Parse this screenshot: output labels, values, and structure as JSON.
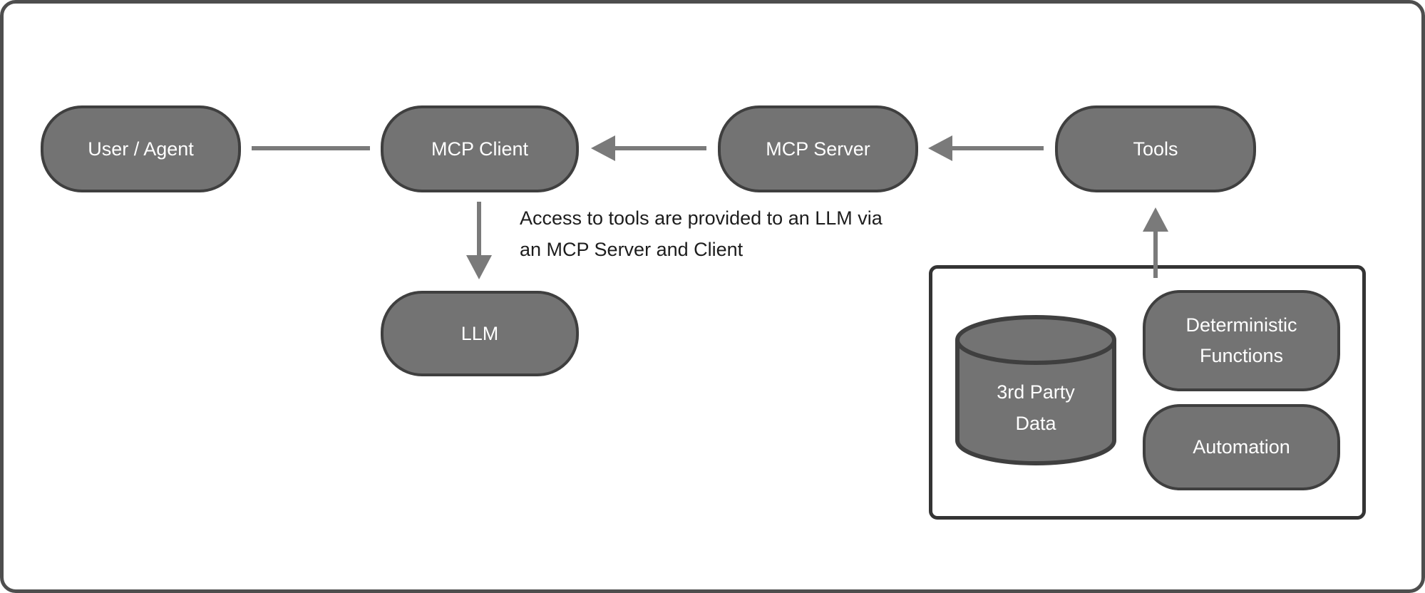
{
  "diagram": {
    "nodes": {
      "user_agent": {
        "label": "User / Agent"
      },
      "mcp_client": {
        "label": "MCP Client"
      },
      "mcp_server": {
        "label": "MCP Server"
      },
      "tools": {
        "label": "Tools"
      },
      "llm": {
        "label": "LLM"
      },
      "third_party_data": {
        "lines": [
          "3rd Party",
          "Data"
        ],
        "shape": "database-cylinder"
      },
      "deterministic_functions": {
        "lines": [
          "Deterministic",
          "Functions"
        ]
      },
      "automation": {
        "label": "Automation"
      }
    },
    "annotation": {
      "lines": [
        "Access to tools are provided to an LLM via",
        "an MCP Server and Client"
      ]
    },
    "edges": [
      {
        "from": "user_agent",
        "to": "mcp_client",
        "type": "line",
        "arrowhead": "none"
      },
      {
        "from": "mcp_server",
        "to": "mcp_client",
        "type": "arrow",
        "arrowhead": "left"
      },
      {
        "from": "tools",
        "to": "mcp_server",
        "type": "arrow",
        "arrowhead": "left"
      },
      {
        "from": "mcp_client",
        "to": "llm",
        "type": "arrow",
        "arrowhead": "down"
      },
      {
        "from": "tools_group",
        "to": "tools",
        "type": "arrow",
        "arrowhead": "up"
      }
    ],
    "colors": {
      "bg": "#ffffff",
      "frame_border": "#4e4e4e",
      "node_fill": "#737373",
      "node_border": "#3f3f3f",
      "node_text": "#ffffff",
      "arrow": "#7a7a7a",
      "container_border": "#343434",
      "annotation_text": "#1d1d1d"
    }
  }
}
